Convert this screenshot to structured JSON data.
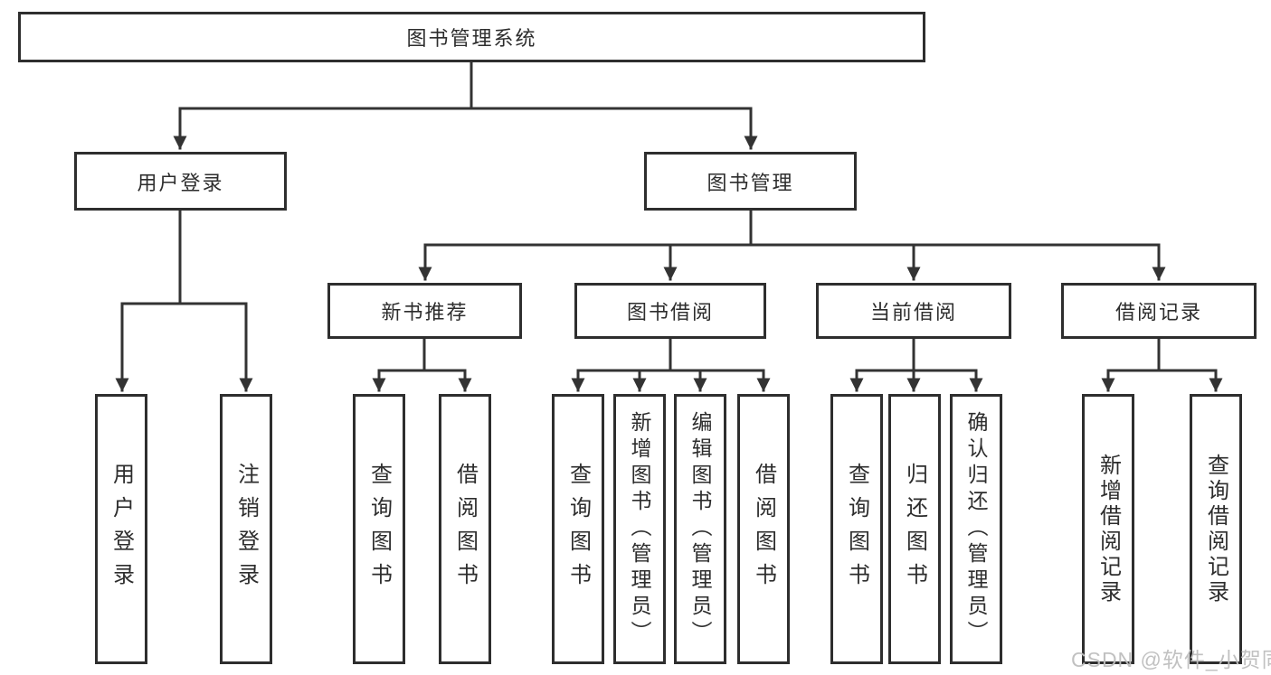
{
  "diagram": {
    "root": {
      "label": "图书管理系统"
    },
    "level2": [
      {
        "label": "用户登录"
      },
      {
        "label": "图书管理"
      }
    ],
    "level3": [
      {
        "label": "新书推荐"
      },
      {
        "label": "图书借阅"
      },
      {
        "label": "当前借阅"
      },
      {
        "label": "借阅记录"
      }
    ],
    "leaves": [
      {
        "label": "用户登录"
      },
      {
        "label": "注销登录"
      },
      {
        "label": "查询图书"
      },
      {
        "label": "借阅图书"
      },
      {
        "label": "查询图书"
      },
      {
        "label": "新增图书（管理员）"
      },
      {
        "label": "编辑图书（管理员）"
      },
      {
        "label": "借阅图书"
      },
      {
        "label": "查询图书"
      },
      {
        "label": "归还图书"
      },
      {
        "label": "确认归还（管理员）"
      },
      {
        "label": "新增借阅记录"
      },
      {
        "label": "查询借阅记录"
      }
    ]
  },
  "watermark": "CSDN @软件_小贺同学",
  "colors": {
    "line": "#333333",
    "box_border": "#2e2e2e",
    "text": "#2d2d2d",
    "watermark": "#bebebe"
  }
}
